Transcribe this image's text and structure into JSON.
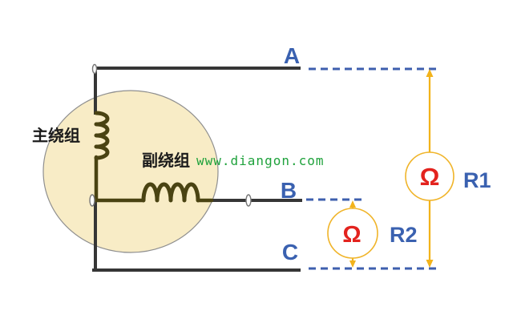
{
  "motor": {
    "main_winding_label": "主绕组",
    "aux_winding_label": "副绕组"
  },
  "terminals": {
    "a": "A",
    "b": "B",
    "c": "C"
  },
  "meters": {
    "r1": {
      "symbol": "Ω",
      "label": "R1"
    },
    "r2": {
      "symbol": "Ω",
      "label": "R2"
    }
  },
  "watermark": "www.diangon.com",
  "colors": {
    "terminal_blue": "#3a61b0",
    "dashed_blue": "#3e5fae",
    "measure_yellow": "#f2b31b",
    "omega_red": "#e3231e",
    "wire_dark": "#363636",
    "coil_olive": "#4a4312",
    "motor_fill": "#f8ecc6",
    "watermark_green": "#1fa23c"
  }
}
